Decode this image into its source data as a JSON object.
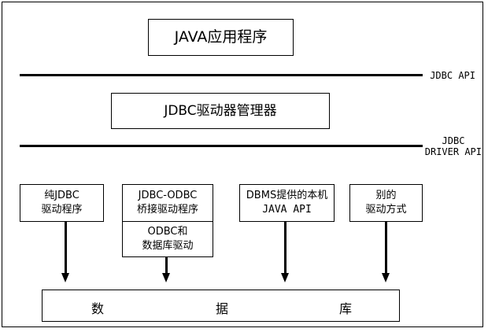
{
  "app": {
    "label": "JAVA应用程序"
  },
  "jdbc_api": {
    "label": "JDBC API"
  },
  "driver_manager": {
    "label": "JDBC驱动器管理器"
  },
  "driver_api": {
    "line1": "JDBC",
    "line2": "DRIVER API"
  },
  "drivers": {
    "pure_jdbc": {
      "line1": "纯JDBC",
      "line2": "驱动程序"
    },
    "bridge": {
      "line1": "JDBC-ODBC",
      "line2": "桥接驱动程序"
    },
    "odbc": {
      "line1": "ODBC和",
      "line2": "数据库驱动"
    },
    "dbms_native": {
      "line1": "DBMS提供的本机",
      "line2": "JAVA API"
    },
    "other": {
      "line1": "别的",
      "line2": "驱动方式"
    }
  },
  "database": {
    "chars": [
      "数",
      "据",
      "库"
    ]
  }
}
